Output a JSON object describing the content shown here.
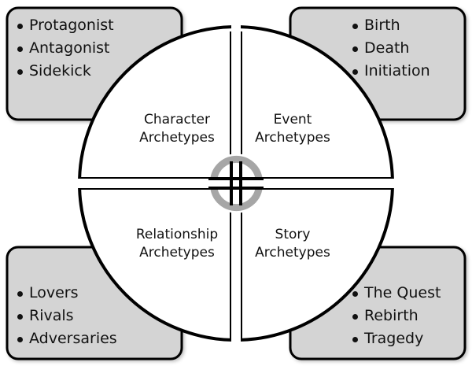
{
  "diagram": {
    "quadrants": [
      {
        "id": "character",
        "title_line1": "Character",
        "title_line2": "Archetypes",
        "items": [
          "Protagonist",
          "Antagonist",
          "Sidekick"
        ]
      },
      {
        "id": "event",
        "title_line1": "Event",
        "title_line2": "Archetypes",
        "items": [
          "Birth",
          "Death",
          "Initiation"
        ]
      },
      {
        "id": "relationship",
        "title_line1": "Relationship",
        "title_line2": "Archetypes",
        "items": [
          "Lovers",
          "Rivals",
          "Adversaries"
        ]
      },
      {
        "id": "story",
        "title_line1": "Story",
        "title_line2": "Archetypes",
        "items": [
          "The Quest",
          "Rebirth",
          "Tragedy"
        ]
      }
    ],
    "center_icon": "cycle-arrows-icon",
    "colors": {
      "box_fill": "#d4d4d4",
      "outline": "#000000",
      "circle_fill": "#ffffff",
      "cycle_icon": "#a6a6a6"
    }
  }
}
